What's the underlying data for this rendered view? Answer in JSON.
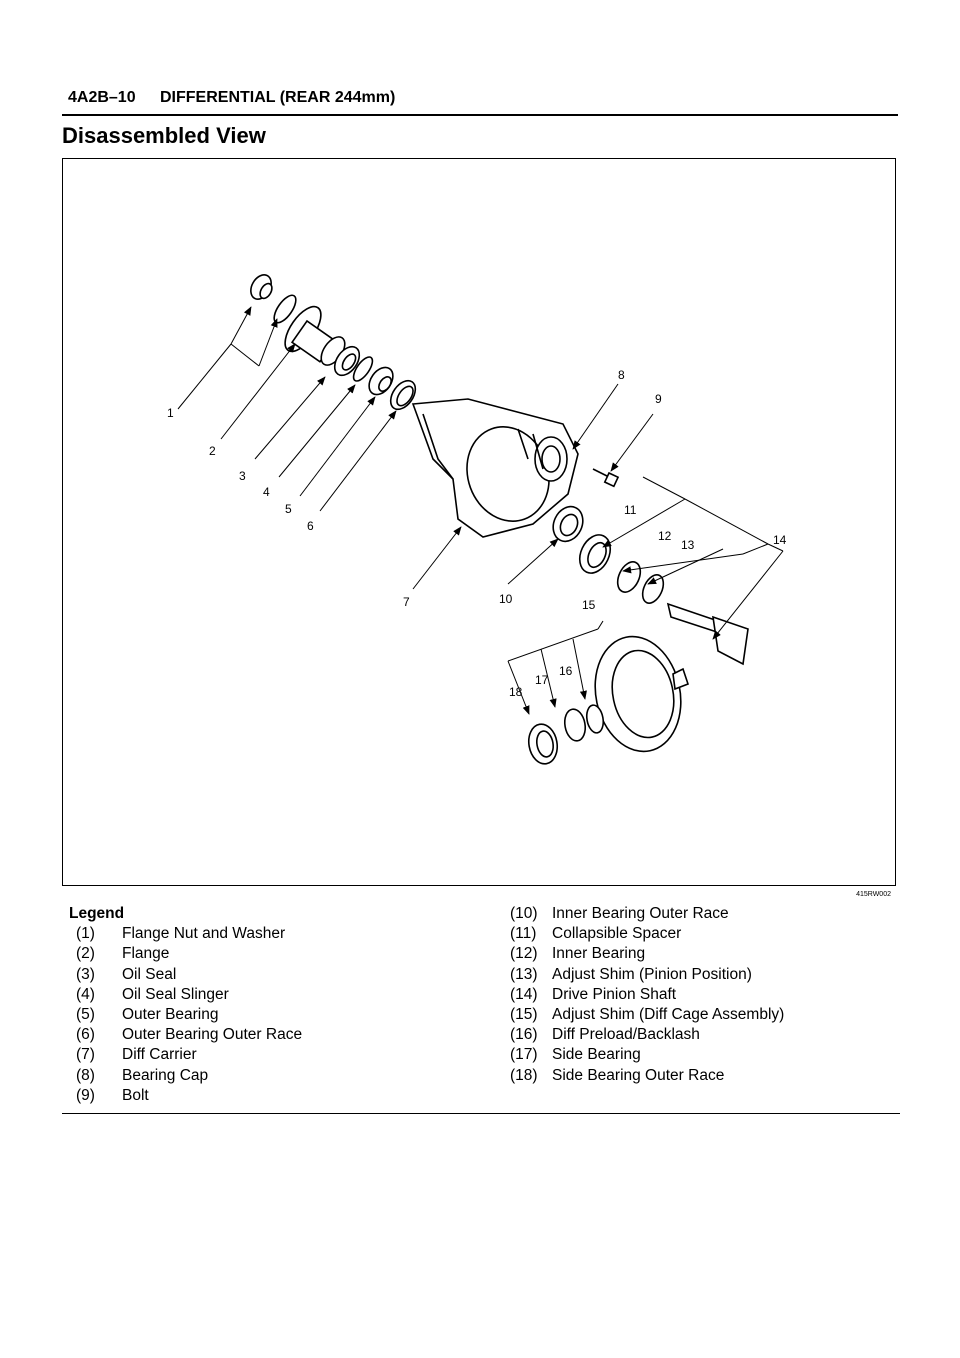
{
  "header": {
    "code": "4A2B–10",
    "title": "DIFFERENTIAL (REAR 244mm)"
  },
  "page_title": "Disassembled View",
  "figure": {
    "code": "415RW002",
    "callouts": [
      "1",
      "2",
      "3",
      "4",
      "5",
      "6",
      "7",
      "8",
      "9",
      "10",
      "11",
      "12",
      "13",
      "14",
      "15",
      "16",
      "17",
      "18"
    ]
  },
  "legend": {
    "title": "Legend",
    "left": [
      {
        "num": "(1)",
        "label": "Flange Nut and Washer"
      },
      {
        "num": "(2)",
        "label": "Flange"
      },
      {
        "num": "(3)",
        "label": "Oil Seal"
      },
      {
        "num": "(4)",
        "label": "Oil Seal Slinger"
      },
      {
        "num": "(5)",
        "label": "Outer Bearing"
      },
      {
        "num": "(6)",
        "label": "Outer Bearing Outer Race"
      },
      {
        "num": "(7)",
        "label": "Diff Carrier"
      },
      {
        "num": "(8)",
        "label": "Bearing Cap"
      },
      {
        "num": "(9)",
        "label": "Bolt"
      }
    ],
    "right": [
      {
        "num": "(10)",
        "label": "Inner Bearing Outer Race"
      },
      {
        "num": "(11)",
        "label": "Collapsible Spacer"
      },
      {
        "num": "(12)",
        "label": "Inner Bearing"
      },
      {
        "num": "(13)",
        "label": "Adjust Shim (Pinion Position)"
      },
      {
        "num": "(14)",
        "label": "Drive Pinion Shaft"
      },
      {
        "num": "(15)",
        "label": "Adjust Shim (Diff Cage Assembly)"
      },
      {
        "num": "(16)",
        "label": "Diff Preload/Backlash"
      },
      {
        "num": "(17)",
        "label": "Side Bearing"
      },
      {
        "num": "(18)",
        "label": "Side Bearing Outer Race"
      }
    ]
  }
}
